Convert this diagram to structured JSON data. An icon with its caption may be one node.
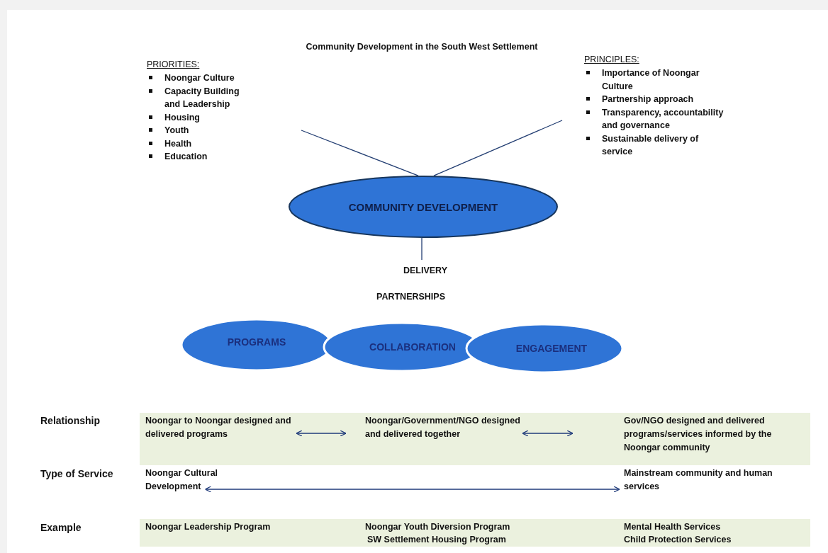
{
  "diagram": {
    "title": "Community Development in the South West Settlement",
    "nodes": [
      {
        "text": [
          "PRIORITIES:",
          "Noongar Culture",
          "Capacity Building and Leadership",
          "Housing",
          "Youth",
          "Health",
          "Education"
        ]
      },
      {
        "text": [
          "PRINCIPLES:",
          "Importance of Noongar Culture",
          "Partnership approach",
          "Transparency, accountability and governance",
          "Sustainable delivery of service"
        ]
      },
      {
        "text": [
          "COMMUNITY DEVELOPMENT"
        ]
      },
      {
        "text": [
          "DELIVERY"
        ]
      },
      {
        "text": [
          "PROGRAMS"
        ]
      },
      {
        "text": [
          "COLLABORATION"
        ]
      },
      {
        "text": [
          "ENGAGEMENT"
        ]
      },
      {
        "text": [
          "Noongar to Noongar designed and delivered programs"
        ]
      },
      {
        "text": [
          "Noongar/Government/NGO designed and delivered together"
        ]
      },
      {
        "text": [
          "Gov/NGO designed and delivered programs/services informed by the Noongar community"
        ]
      },
      {
        "text": [
          "Noongar Cultural Development"
        ]
      },
      {
        "text": [
          "Mainstream community and human services"
        ]
      }
    ],
    "edges": [
      {
        "from": 0,
        "to": 2,
        "arrow": "none"
      },
      {
        "from": 1,
        "to": 2,
        "arrow": "none"
      },
      {
        "from": 2,
        "to": 3,
        "arrow": "none"
      },
      {
        "from": 7,
        "to": 8,
        "arrow": "both"
      },
      {
        "from": 8,
        "to": 9,
        "arrow": "both"
      },
      {
        "from": 10,
        "to": 11,
        "arrow": "both"
      }
    ],
    "labels": [
      "PARTNERSHIPS",
      "Relationship",
      "Type of Service",
      "Example",
      "Noongar Leadership Program",
      "Noongar Youth Diversion Program",
      "SW Settlement Housing Program",
      "Mental Health Services",
      "Child Protection Services"
    ]
  }
}
